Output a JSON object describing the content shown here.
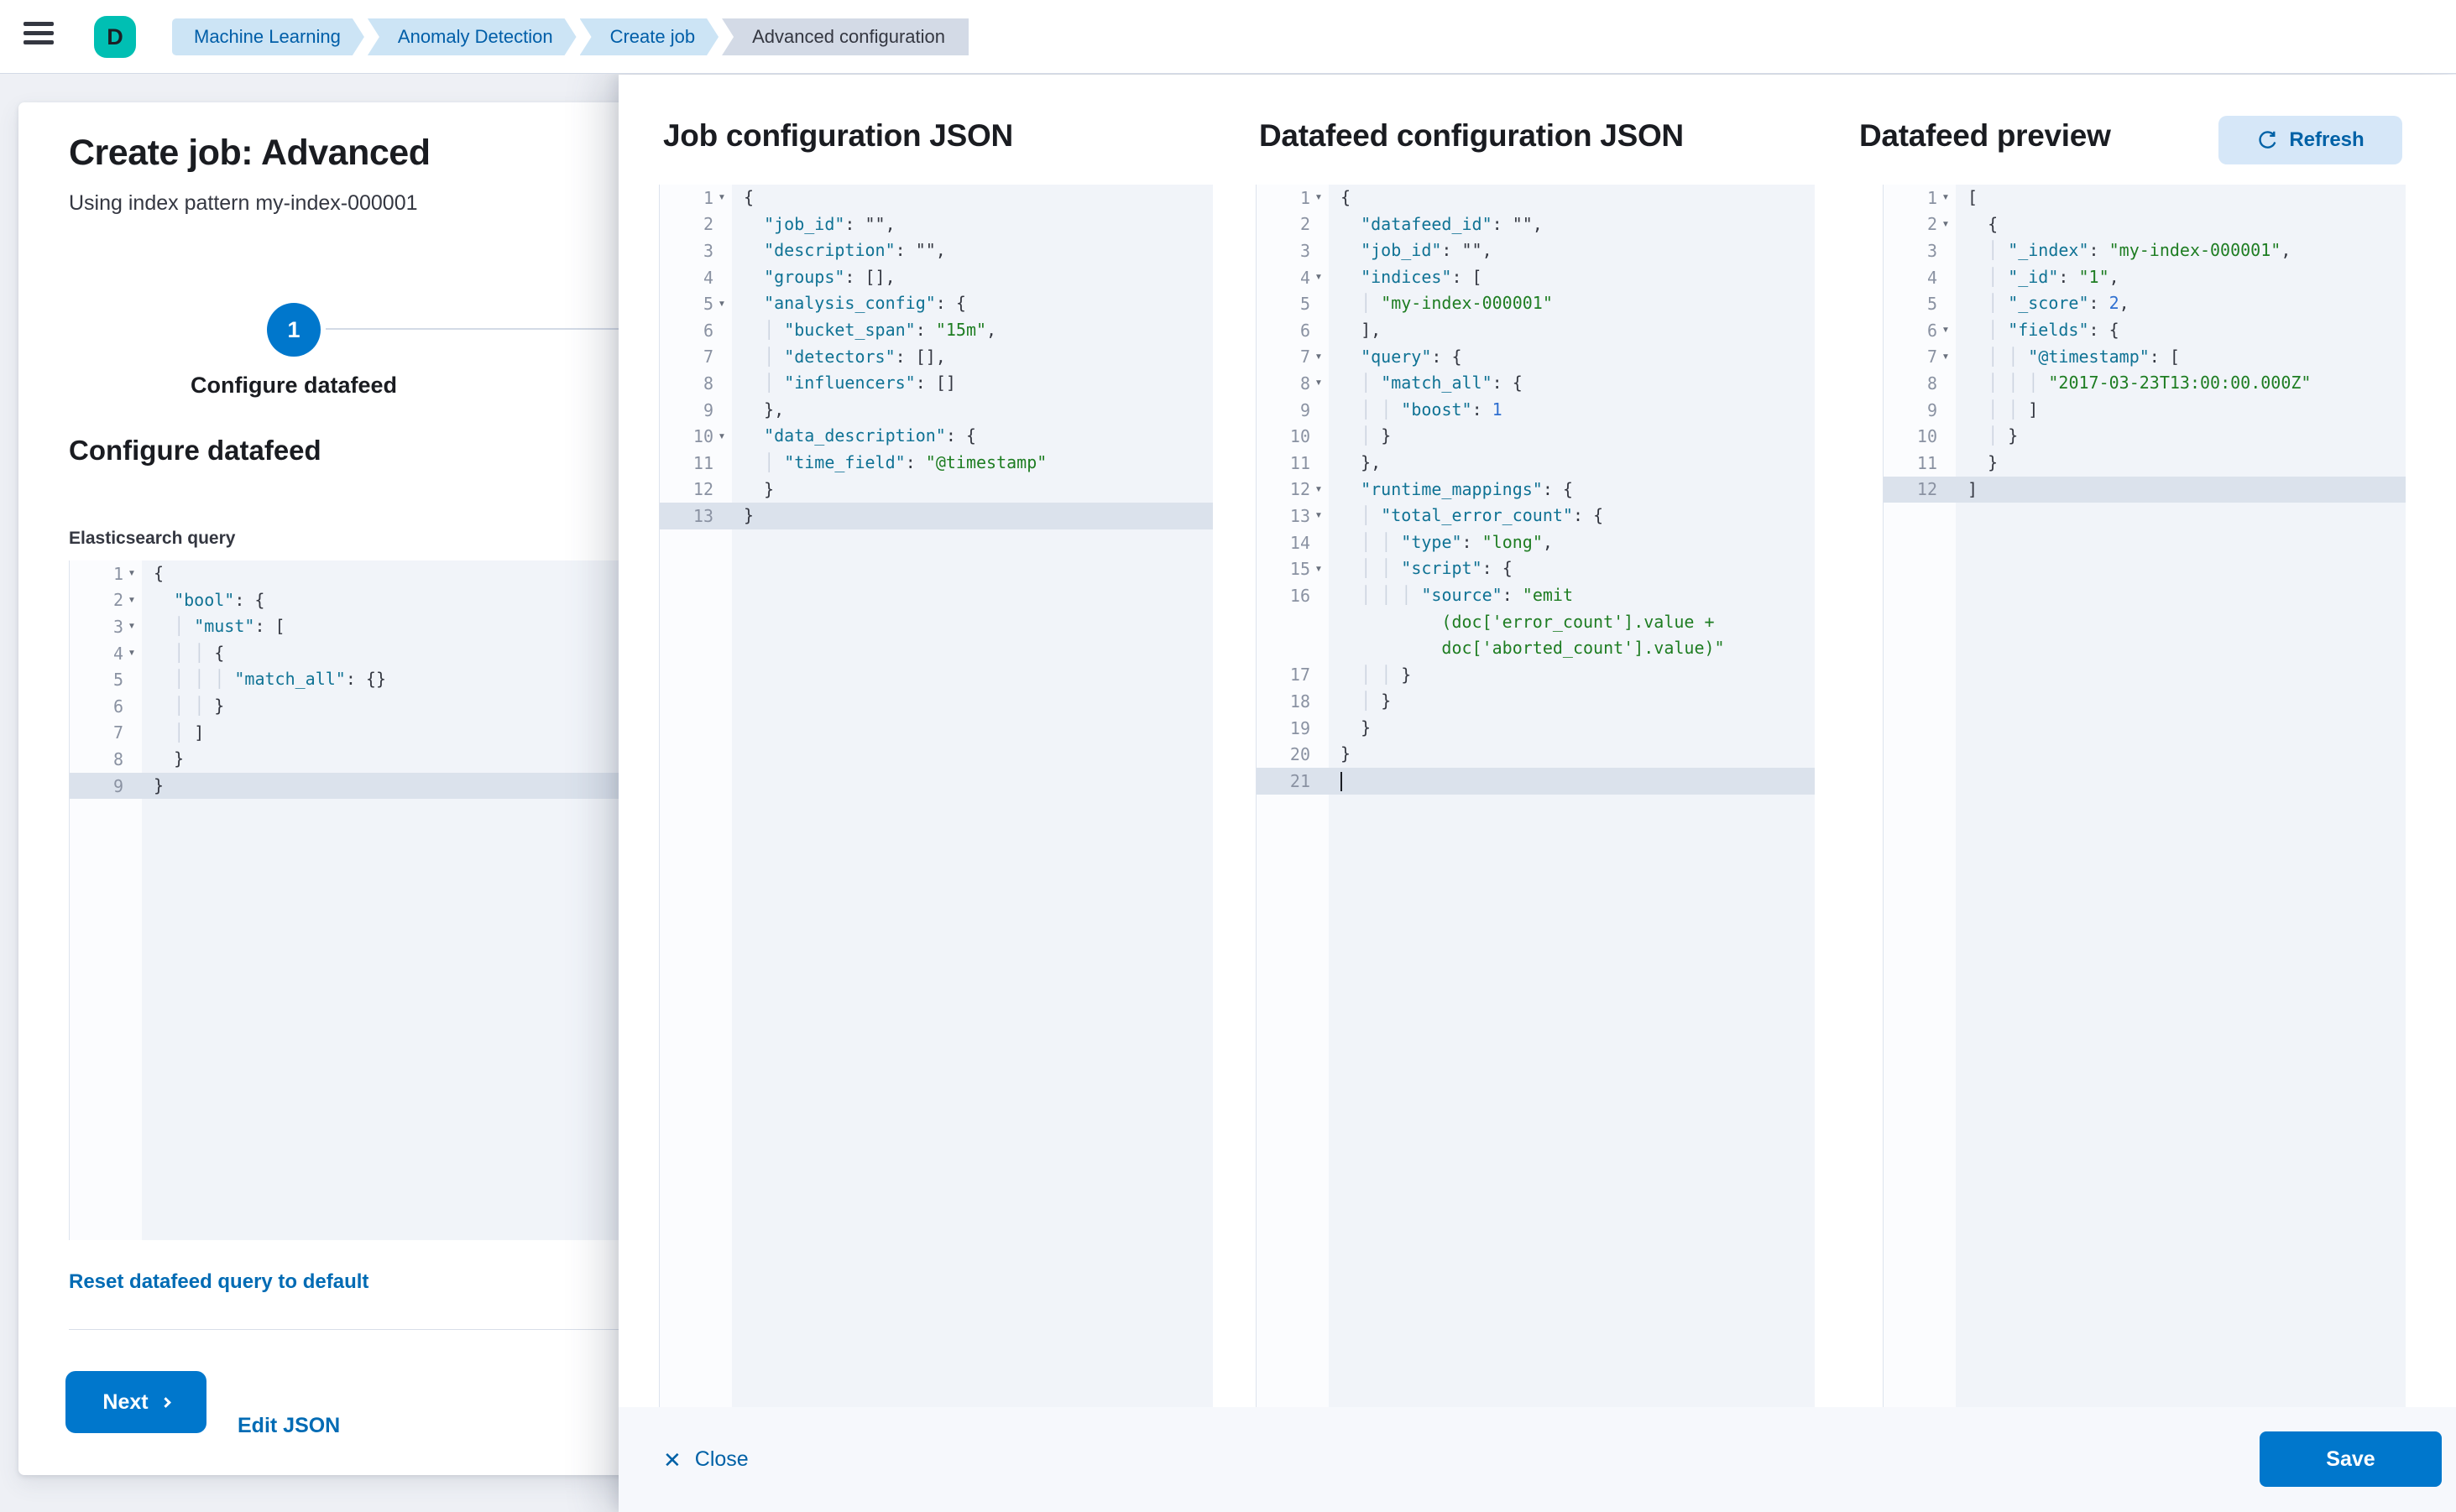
{
  "header": {
    "avatar_initial": "D",
    "breadcrumbs": [
      {
        "label": "Machine Learning",
        "current": false
      },
      {
        "label": "Anomaly Detection",
        "current": false
      },
      {
        "label": "Create job",
        "current": false
      },
      {
        "label": "Advanced configuration",
        "current": true
      }
    ]
  },
  "wizard": {
    "title": "Create job: Advanced",
    "subtitle": "Using index pattern my-index-000001",
    "step": {
      "number": "1",
      "label": "Configure datafeed"
    },
    "section_heading": "Configure datafeed",
    "query_label": "Elasticsearch query",
    "reset_link": "Reset datafeed query to default",
    "next_label": "Next",
    "edit_json_label": "Edit JSON"
  },
  "flyout": {
    "job_panel": {
      "title": "Job configuration JSON"
    },
    "datafeed_panel": {
      "title": "Datafeed configuration JSON"
    },
    "preview_panel": {
      "title": "Datafeed preview",
      "refresh_label": "Refresh"
    },
    "footer": {
      "close_label": "Close",
      "save_label": "Save"
    }
  },
  "colors": {
    "primary": "#0077cc",
    "link": "#006bb4",
    "avatar": "#00bfb3",
    "breadcrumb_bg": "#cce4f5",
    "breadcrumb_current_bg": "#d3dae6",
    "editor_bg": "#f1f4f9",
    "active_line_bg": "#dbe2ec",
    "token_key": "#0f7294",
    "token_string": "#1e7d22",
    "token_number": "#2f6fd0",
    "token_punct": "#343741"
  },
  "editors": {
    "es": {
      "lines": [
        {
          "n": 1,
          "fold": true,
          "seg": [
            [
              "p",
              "{"
            ]
          ]
        },
        {
          "n": 2,
          "fold": true,
          "seg": [
            [
              "p",
              "  "
            ],
            [
              "k",
              "\"bool\""
            ],
            [
              "p",
              ": {"
            ]
          ]
        },
        {
          "n": 3,
          "fold": true,
          "seg": [
            [
              "p",
              "  "
            ],
            [
              "g",
              "│ "
            ],
            [
              "k",
              "\"must\""
            ],
            [
              "p",
              ": ["
            ]
          ]
        },
        {
          "n": 4,
          "fold": true,
          "seg": [
            [
              "p",
              "  "
            ],
            [
              "g",
              "│ "
            ],
            [
              "g",
              "│ "
            ],
            [
              "p",
              "{"
            ]
          ]
        },
        {
          "n": 5,
          "seg": [
            [
              "p",
              "  "
            ],
            [
              "g",
              "│ "
            ],
            [
              "g",
              "│ "
            ],
            [
              "g",
              "│ "
            ],
            [
              "k",
              "\"match_all\""
            ],
            [
              "p",
              ": {}"
            ]
          ]
        },
        {
          "n": 6,
          "seg": [
            [
              "p",
              "  "
            ],
            [
              "g",
              "│ "
            ],
            [
              "g",
              "│ "
            ],
            [
              "p",
              "}"
            ]
          ]
        },
        {
          "n": 7,
          "seg": [
            [
              "p",
              "  "
            ],
            [
              "g",
              "│ "
            ],
            [
              "p",
              "]"
            ]
          ]
        },
        {
          "n": 8,
          "seg": [
            [
              "p",
              "  }"
            ]
          ]
        },
        {
          "n": 9,
          "active": true,
          "seg": [
            [
              "p",
              "}"
            ]
          ]
        }
      ]
    },
    "job": {
      "lines": [
        {
          "n": 1,
          "fold": true,
          "seg": [
            [
              "p",
              "{"
            ]
          ]
        },
        {
          "n": 2,
          "seg": [
            [
              "p",
              "  "
            ],
            [
              "k",
              "\"job_id\""
            ],
            [
              "p",
              ": \"\","
            ]
          ]
        },
        {
          "n": 3,
          "seg": [
            [
              "p",
              "  "
            ],
            [
              "k",
              "\"description\""
            ],
            [
              "p",
              ": \"\","
            ]
          ]
        },
        {
          "n": 4,
          "seg": [
            [
              "p",
              "  "
            ],
            [
              "k",
              "\"groups\""
            ],
            [
              "p",
              ": [],"
            ]
          ]
        },
        {
          "n": 5,
          "fold": true,
          "seg": [
            [
              "p",
              "  "
            ],
            [
              "k",
              "\"analysis_config\""
            ],
            [
              "p",
              ": {"
            ]
          ]
        },
        {
          "n": 6,
          "seg": [
            [
              "p",
              "  "
            ],
            [
              "g",
              "│ "
            ],
            [
              "k",
              "\"bucket_span\""
            ],
            [
              "p",
              ": "
            ],
            [
              "s",
              "\"15m\""
            ],
            [
              "p",
              ","
            ]
          ]
        },
        {
          "n": 7,
          "seg": [
            [
              "p",
              "  "
            ],
            [
              "g",
              "│ "
            ],
            [
              "k",
              "\"detectors\""
            ],
            [
              "p",
              ": [],"
            ]
          ]
        },
        {
          "n": 8,
          "seg": [
            [
              "p",
              "  "
            ],
            [
              "g",
              "│ "
            ],
            [
              "k",
              "\"influencers\""
            ],
            [
              "p",
              ": []"
            ]
          ]
        },
        {
          "n": 9,
          "seg": [
            [
              "p",
              "  },"
            ]
          ]
        },
        {
          "n": 10,
          "fold": true,
          "seg": [
            [
              "p",
              "  "
            ],
            [
              "k",
              "\"data_description\""
            ],
            [
              "p",
              ": {"
            ]
          ]
        },
        {
          "n": 11,
          "seg": [
            [
              "p",
              "  "
            ],
            [
              "g",
              "│ "
            ],
            [
              "k",
              "\"time_field\""
            ],
            [
              "p",
              ": "
            ],
            [
              "s",
              "\"@timestamp\""
            ]
          ]
        },
        {
          "n": 12,
          "seg": [
            [
              "p",
              "  }"
            ]
          ]
        },
        {
          "n": 13,
          "active": true,
          "seg": [
            [
              "p",
              "}"
            ]
          ]
        }
      ]
    },
    "datafeed": {
      "lines": [
        {
          "n": 1,
          "fold": true,
          "seg": [
            [
              "p",
              "{"
            ]
          ]
        },
        {
          "n": 2,
          "seg": [
            [
              "p",
              "  "
            ],
            [
              "k",
              "\"datafeed_id\""
            ],
            [
              "p",
              ": \"\","
            ]
          ]
        },
        {
          "n": 3,
          "seg": [
            [
              "p",
              "  "
            ],
            [
              "k",
              "\"job_id\""
            ],
            [
              "p",
              ": \"\","
            ]
          ]
        },
        {
          "n": 4,
          "fold": true,
          "seg": [
            [
              "p",
              "  "
            ],
            [
              "k",
              "\"indices\""
            ],
            [
              "p",
              ": ["
            ]
          ]
        },
        {
          "n": 5,
          "seg": [
            [
              "p",
              "  "
            ],
            [
              "g",
              "│ "
            ],
            [
              "s",
              "\"my-index-000001\""
            ]
          ]
        },
        {
          "n": 6,
          "seg": [
            [
              "p",
              "  ],"
            ]
          ]
        },
        {
          "n": 7,
          "fold": true,
          "seg": [
            [
              "p",
              "  "
            ],
            [
              "k",
              "\"query\""
            ],
            [
              "p",
              ": {"
            ]
          ]
        },
        {
          "n": 8,
          "fold": true,
          "seg": [
            [
              "p",
              "  "
            ],
            [
              "g",
              "│ "
            ],
            [
              "k",
              "\"match_all\""
            ],
            [
              "p",
              ": {"
            ]
          ]
        },
        {
          "n": 9,
          "seg": [
            [
              "p",
              "  "
            ],
            [
              "g",
              "│ "
            ],
            [
              "g",
              "│ "
            ],
            [
              "k",
              "\"boost\""
            ],
            [
              "p",
              ": "
            ],
            [
              "n",
              "1"
            ]
          ]
        },
        {
          "n": 10,
          "seg": [
            [
              "p",
              "  "
            ],
            [
              "g",
              "│ "
            ],
            [
              "p",
              "}"
            ]
          ]
        },
        {
          "n": 11,
          "seg": [
            [
              "p",
              "  },"
            ]
          ]
        },
        {
          "n": 12,
          "fold": true,
          "seg": [
            [
              "p",
              "  "
            ],
            [
              "k",
              "\"runtime_mappings\""
            ],
            [
              "p",
              ": {"
            ]
          ]
        },
        {
          "n": 13,
          "fold": true,
          "seg": [
            [
              "p",
              "  "
            ],
            [
              "g",
              "│ "
            ],
            [
              "k",
              "\"total_error_count\""
            ],
            [
              "p",
              ": {"
            ]
          ]
        },
        {
          "n": 14,
          "seg": [
            [
              "p",
              "  "
            ],
            [
              "g",
              "│ "
            ],
            [
              "g",
              "│ "
            ],
            [
              "k",
              "\"type\""
            ],
            [
              "p",
              ": "
            ],
            [
              "s",
              "\"long\""
            ],
            [
              "p",
              ","
            ]
          ]
        },
        {
          "n": 15,
          "fold": true,
          "seg": [
            [
              "p",
              "  "
            ],
            [
              "g",
              "│ "
            ],
            [
              "g",
              "│ "
            ],
            [
              "k",
              "\"script\""
            ],
            [
              "p",
              ": {"
            ]
          ]
        },
        {
          "n": 16,
          "seg": [
            [
              "p",
              "  "
            ],
            [
              "g",
              "│ "
            ],
            [
              "g",
              "│ "
            ],
            [
              "g",
              "│ "
            ],
            [
              "k",
              "\"source\""
            ],
            [
              "p",
              ": "
            ],
            [
              "s",
              "\"emit"
            ]
          ]
        },
        {
          "wrap": true,
          "seg": [
            [
              "p",
              "          "
            ],
            [
              "s",
              "(doc['error_count'].value +"
            ]
          ]
        },
        {
          "wrap": true,
          "seg": [
            [
              "p",
              "          "
            ],
            [
              "s",
              "doc['aborted_count'].value)\""
            ]
          ]
        },
        {
          "n": 17,
          "seg": [
            [
              "p",
              "  "
            ],
            [
              "g",
              "│ "
            ],
            [
              "g",
              "│ "
            ],
            [
              "p",
              "}"
            ]
          ]
        },
        {
          "n": 18,
          "seg": [
            [
              "p",
              "  "
            ],
            [
              "g",
              "│ "
            ],
            [
              "p",
              "}"
            ]
          ]
        },
        {
          "n": 19,
          "seg": [
            [
              "p",
              "  }"
            ]
          ]
        },
        {
          "n": 20,
          "seg": [
            [
              "p",
              "}"
            ]
          ]
        },
        {
          "n": 21,
          "active": true,
          "cursor": true,
          "seg": []
        }
      ]
    },
    "preview": {
      "lines": [
        {
          "n": 1,
          "fold": true,
          "seg": [
            [
              "p",
              "["
            ]
          ]
        },
        {
          "n": 2,
          "fold": true,
          "seg": [
            [
              "p",
              "  {"
            ]
          ]
        },
        {
          "n": 3,
          "seg": [
            [
              "p",
              "  "
            ],
            [
              "g",
              "│ "
            ],
            [
              "k",
              "\"_index\""
            ],
            [
              "p",
              ": "
            ],
            [
              "s",
              "\"my-index-000001\""
            ],
            [
              "p",
              ","
            ]
          ]
        },
        {
          "n": 4,
          "seg": [
            [
              "p",
              "  "
            ],
            [
              "g",
              "│ "
            ],
            [
              "k",
              "\"_id\""
            ],
            [
              "p",
              ": "
            ],
            [
              "s",
              "\"1\""
            ],
            [
              "p",
              ","
            ]
          ]
        },
        {
          "n": 5,
          "seg": [
            [
              "p",
              "  "
            ],
            [
              "g",
              "│ "
            ],
            [
              "k",
              "\"_score\""
            ],
            [
              "p",
              ": "
            ],
            [
              "n",
              "2"
            ],
            [
              "p",
              ","
            ]
          ]
        },
        {
          "n": 6,
          "fold": true,
          "seg": [
            [
              "p",
              "  "
            ],
            [
              "g",
              "│ "
            ],
            [
              "k",
              "\"fields\""
            ],
            [
              "p",
              ": {"
            ]
          ]
        },
        {
          "n": 7,
          "fold": true,
          "seg": [
            [
              "p",
              "  "
            ],
            [
              "g",
              "│ "
            ],
            [
              "g",
              "│ "
            ],
            [
              "k",
              "\"@timestamp\""
            ],
            [
              "p",
              ": ["
            ]
          ]
        },
        {
          "n": 8,
          "seg": [
            [
              "p",
              "  "
            ],
            [
              "g",
              "│ "
            ],
            [
              "g",
              "│ "
            ],
            [
              "g",
              "│ "
            ],
            [
              "s",
              "\"2017-03-23T13:00:00.000Z\""
            ]
          ]
        },
        {
          "n": 9,
          "seg": [
            [
              "p",
              "  "
            ],
            [
              "g",
              "│ "
            ],
            [
              "g",
              "│ "
            ],
            [
              "p",
              "]"
            ]
          ]
        },
        {
          "n": 10,
          "seg": [
            [
              "p",
              "  "
            ],
            [
              "g",
              "│ "
            ],
            [
              "p",
              "}"
            ]
          ]
        },
        {
          "n": 11,
          "seg": [
            [
              "p",
              "  }"
            ]
          ]
        },
        {
          "n": 12,
          "active": true,
          "seg": [
            [
              "p",
              "]"
            ]
          ]
        }
      ]
    }
  }
}
